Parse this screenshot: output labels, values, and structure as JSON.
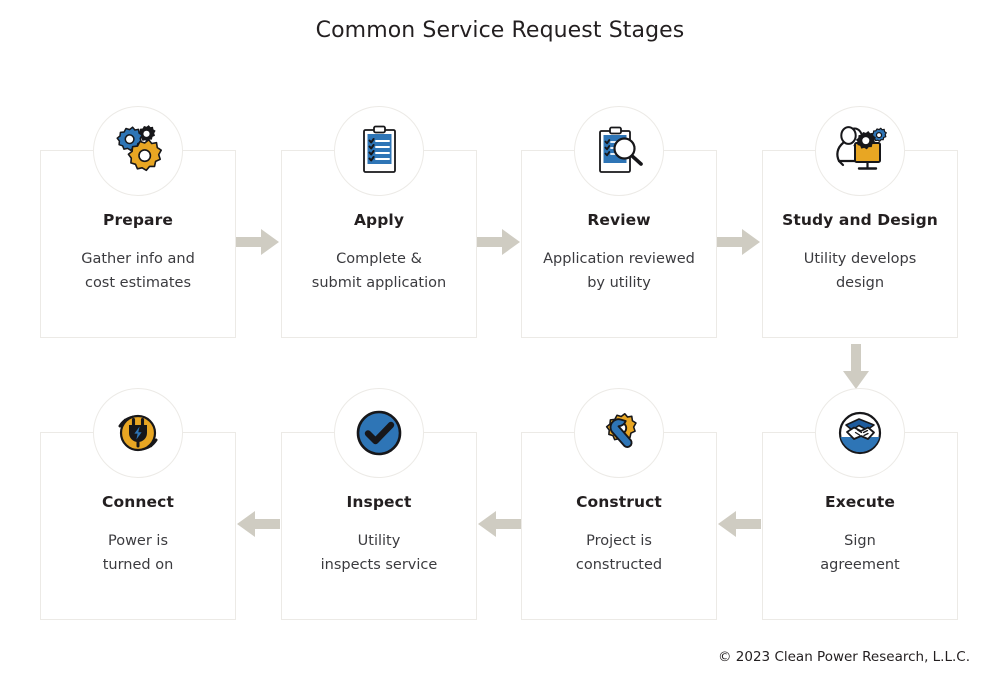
{
  "title": "Common Service Request Stages",
  "footer": "© 2023 Clean Power Research, L.L.C.",
  "colors": {
    "gold": "#E8A623",
    "blue": "#2E75B6",
    "dark_blue": "#1F5C9E",
    "outline": "#1A1A1A",
    "card_border": "#ECEAE6",
    "arrow": "#CFCCC2",
    "title_text": "#231F20",
    "body_text": "#3B3B3F",
    "background": "#FFFFFF"
  },
  "stages": [
    {
      "id": "prepare",
      "label": "Prepare",
      "description": "Gather info and\ncost estimates",
      "icon": "gears-icon",
      "order": 1
    },
    {
      "id": "apply",
      "label": "Apply",
      "description": "Complete &\nsubmit application",
      "icon": "clipboard-checklist-icon",
      "order": 2
    },
    {
      "id": "review",
      "label": "Review",
      "description": "Application reviewed\nby utility",
      "icon": "clipboard-magnifier-icon",
      "order": 3
    },
    {
      "id": "study-and-design",
      "label": "Study and Design",
      "description": "Utility develops\ndesign",
      "icon": "person-at-computer-gears-icon",
      "order": 4
    },
    {
      "id": "execute",
      "label": "Execute",
      "description": "Sign\nagreement",
      "icon": "handshake-icon",
      "order": 5
    },
    {
      "id": "construct",
      "label": "Construct",
      "description": "Project is\nconstructed",
      "icon": "gear-wrench-icon",
      "order": 6
    },
    {
      "id": "inspect",
      "label": "Inspect",
      "description": "Utility\ninspects service",
      "icon": "check-circle-icon",
      "order": 7
    },
    {
      "id": "connect",
      "label": "Connect",
      "description": "Power is\nturned on",
      "icon": "power-plug-cycle-icon",
      "order": 8
    }
  ],
  "flow_arrows": [
    {
      "id": "prepare-to-apply",
      "direction": "right",
      "icon": "arrow-right-icon"
    },
    {
      "id": "apply-to-review",
      "direction": "right",
      "icon": "arrow-right-icon"
    },
    {
      "id": "review-to-study",
      "direction": "right",
      "icon": "arrow-right-icon"
    },
    {
      "id": "study-to-execute",
      "direction": "down",
      "icon": "arrow-down-icon"
    },
    {
      "id": "execute-to-construct",
      "direction": "left",
      "icon": "arrow-left-icon"
    },
    {
      "id": "construct-to-inspect",
      "direction": "left",
      "icon": "arrow-left-icon"
    },
    {
      "id": "inspect-to-connect",
      "direction": "left",
      "icon": "arrow-left-icon"
    }
  ]
}
